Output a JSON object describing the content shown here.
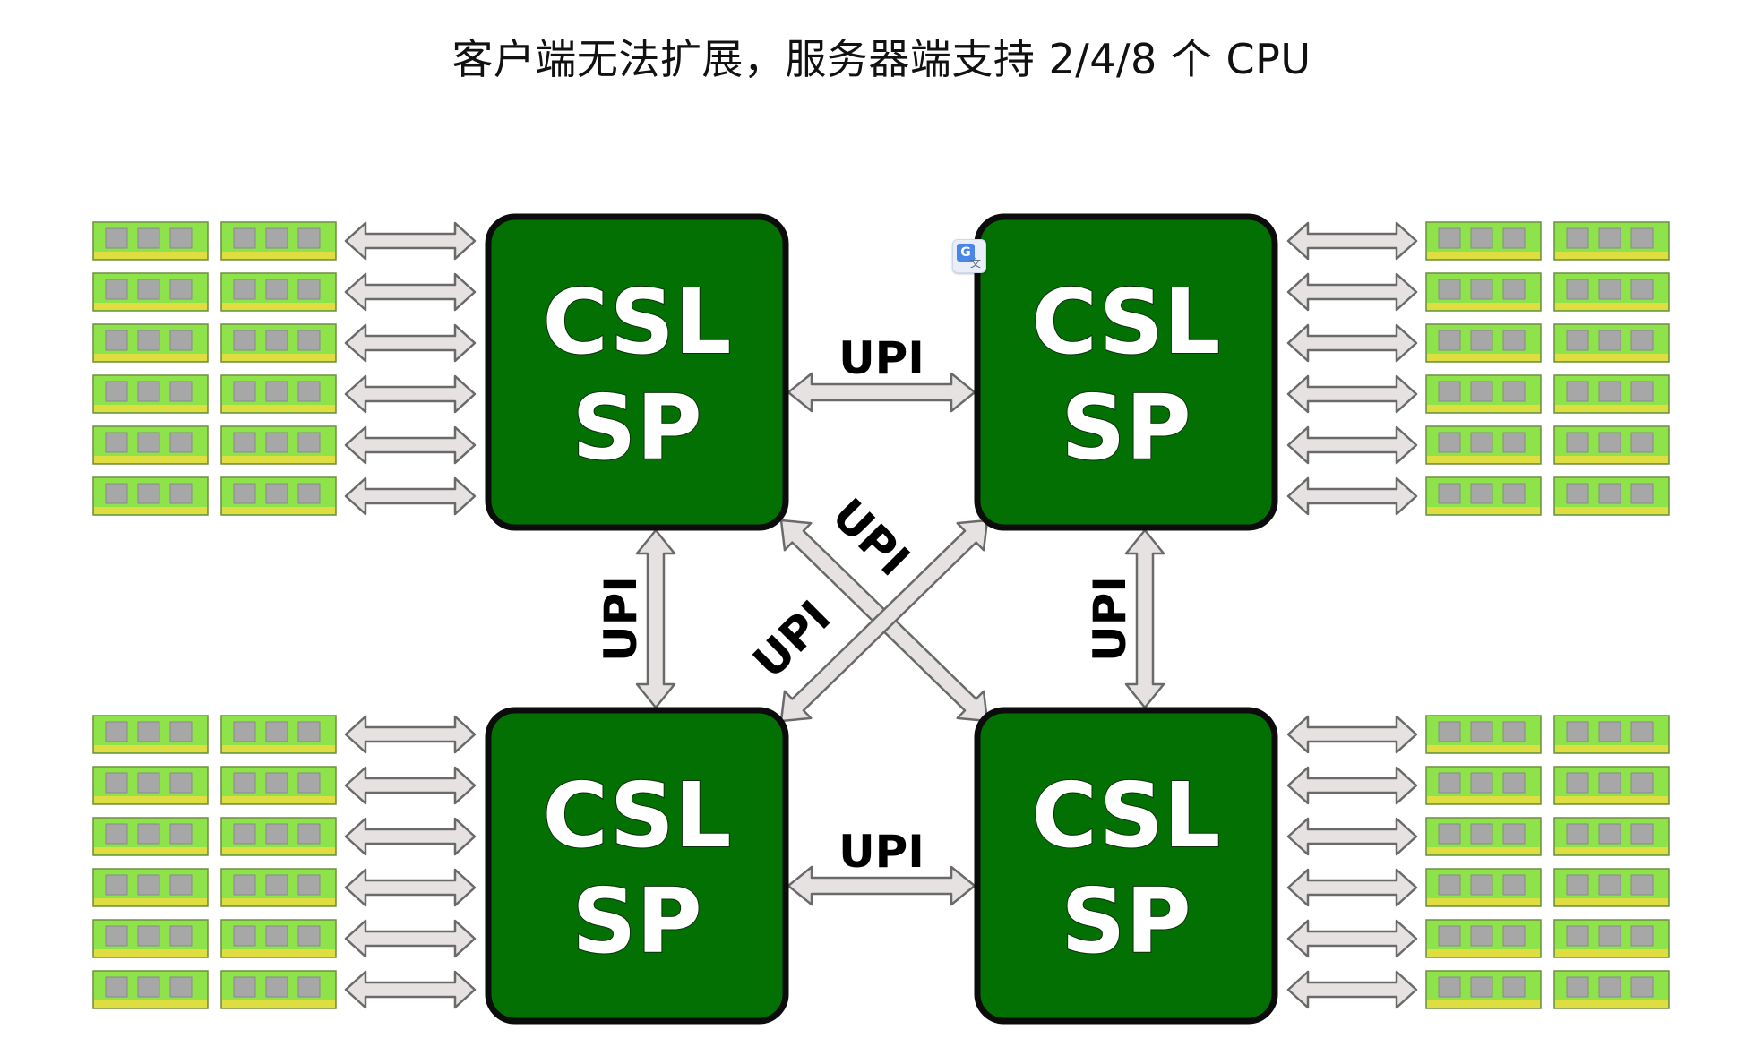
{
  "title": "客户端无法扩展，服务器端支持 2/4/8 个 CPU",
  "cpus": [
    {
      "id": "top-left",
      "line1": "CSL",
      "line2": "SP"
    },
    {
      "id": "top-right",
      "line1": "CSL",
      "line2": "SP"
    },
    {
      "id": "bottom-left",
      "line1": "CSL",
      "line2": "SP"
    },
    {
      "id": "bottom-right",
      "line1": "CSL",
      "line2": "SP"
    }
  ],
  "links": [
    {
      "id": "top",
      "from": "top-left",
      "to": "top-right",
      "label": "UPI"
    },
    {
      "id": "bottom",
      "from": "bottom-left",
      "to": "bottom-right",
      "label": "UPI"
    },
    {
      "id": "left",
      "from": "top-left",
      "to": "bottom-left",
      "label": "UPI"
    },
    {
      "id": "right",
      "from": "top-right",
      "to": "bottom-right",
      "label": "UPI"
    },
    {
      "id": "diag-down",
      "from": "top-left",
      "to": "bottom-right",
      "label": "UPI"
    },
    {
      "id": "diag-up",
      "from": "bottom-left",
      "to": "top-right",
      "label": "UPI"
    }
  ],
  "memory": {
    "channels_per_cpu": 6,
    "dimms_per_channel": 2
  },
  "colors": {
    "cpu_fill": "#037003",
    "cpu_border": "#0c0c0c",
    "arrow_fill": "#e6e2e2",
    "arrow_stroke": "#6a6a6a",
    "dimm_fill": "#8fe34a",
    "dimm_chip": "#a7a7a7",
    "dimm_contacts": "#dede40"
  },
  "icons": {
    "translate_badge": "google-translate-icon"
  }
}
